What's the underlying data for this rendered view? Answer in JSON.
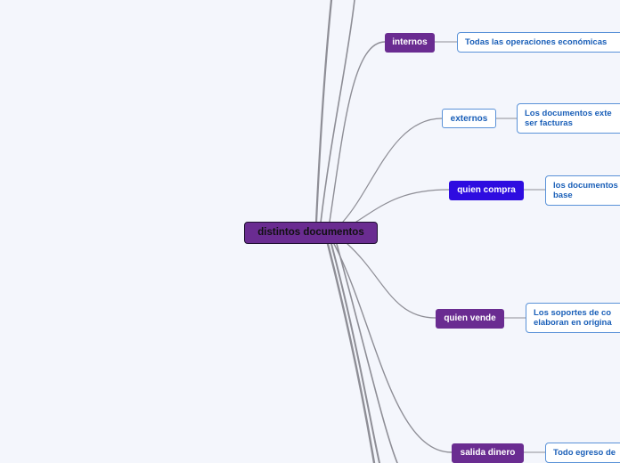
{
  "root": {
    "label": "distintos documentos"
  },
  "branches": [
    {
      "id": "internos",
      "label": "internos",
      "style": "purple",
      "leaf": "Todas las operaciones económicas"
    },
    {
      "id": "externos",
      "label": "externos",
      "style": "outline",
      "leaf": "Los documentos exte\nser facturas"
    },
    {
      "id": "quien-compra",
      "label": "quien compra",
      "style": "blue",
      "leaf": "los documentos\nbase"
    },
    {
      "id": "quien-vende",
      "label": "quien vende",
      "style": "purple",
      "leaf": "Los soportes de co\nelaboran en origina"
    },
    {
      "id": "salida-dinero",
      "label": "salida dinero",
      "style": "purple",
      "leaf": "Todo egreso de"
    }
  ],
  "colors": {
    "background": "#f4f6fc",
    "topic_purple": "#6a2c91",
    "topic_blue": "#2e0ce0",
    "leaf_border": "#5a92d8",
    "leaf_text": "#1a5fb8",
    "connector": "#8e8e96"
  }
}
